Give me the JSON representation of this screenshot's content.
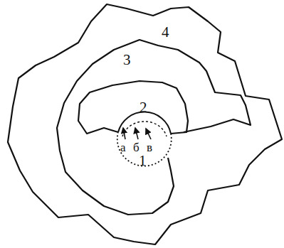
{
  "diagram": {
    "labels": [
      "4",
      "3",
      "2",
      "а",
      "б",
      "в",
      "1"
    ]
  }
}
